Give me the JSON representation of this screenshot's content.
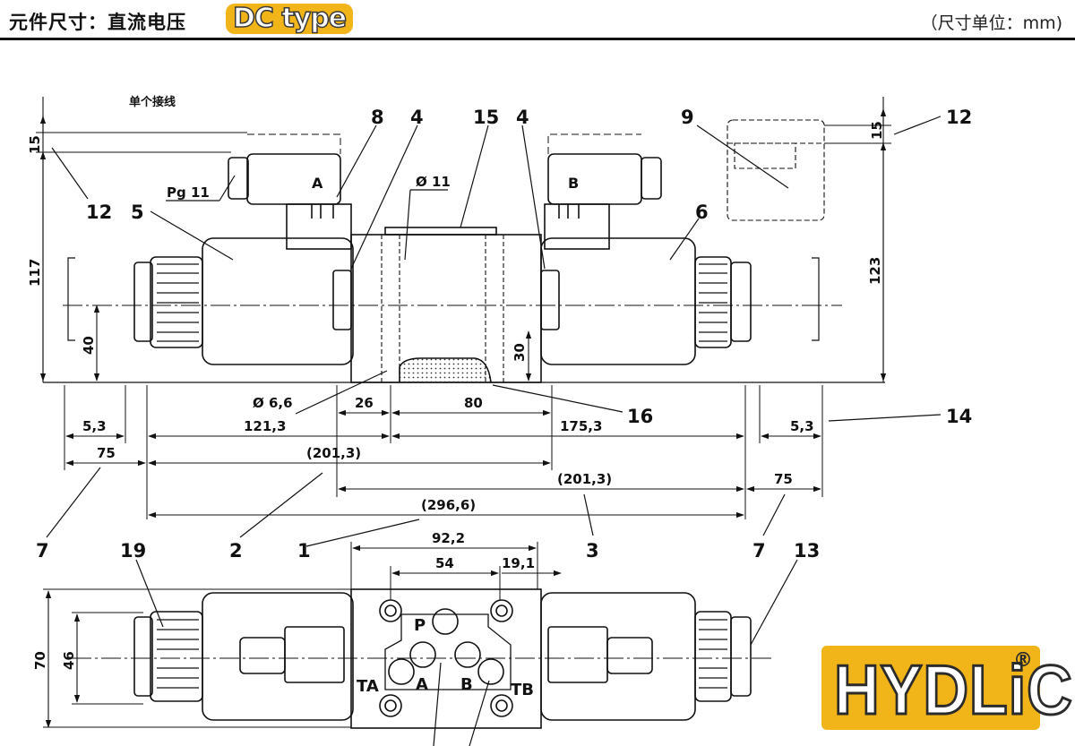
{
  "header": {
    "title": "元件尺寸：直流电压",
    "badge": "DC type",
    "unit_note": "（尺寸单位：mm)"
  },
  "logo": {
    "text": "HYDLiC",
    "reg_mark": "®"
  },
  "diagram": {
    "wiring_note": "单个接线",
    "top_view": {
      "solenoid_a_label": "A",
      "solenoid_b_label": "B",
      "cable_gland_label": "Pg 11",
      "bore_label": "Ø 11",
      "mount_hole_label": "Ø 6,6",
      "dims": {
        "top_offset": "15",
        "right_offset": "15",
        "height_left": "117",
        "height_right": "123",
        "axis_height": "40",
        "port_height": "30",
        "body_left": "26",
        "body_width": "80",
        "left_ext": "5,3",
        "right_ext": "5,3",
        "left_span": "121,3",
        "right_span": "175,3",
        "left_cap": "75",
        "right_cap": "75",
        "left_total": "(201,3)",
        "right_total": "(201,3)",
        "overall": "(296,6)"
      },
      "callouts": [
        "8",
        "4",
        "15",
        "4",
        "9",
        "12",
        "12",
        "5",
        "6",
        "16",
        "14",
        "7",
        "2",
        "1",
        "3",
        "7"
      ]
    },
    "bottom_view": {
      "port_labels": {
        "p": "P",
        "a": "A",
        "b": "B",
        "ta": "TA",
        "tb": "TB"
      },
      "dims": {
        "width_total": "92,2",
        "port_spacing": "54",
        "port_offset": "19,1",
        "height_total": "70",
        "height_inner": "46"
      },
      "callouts": [
        "19",
        "13"
      ]
    }
  }
}
